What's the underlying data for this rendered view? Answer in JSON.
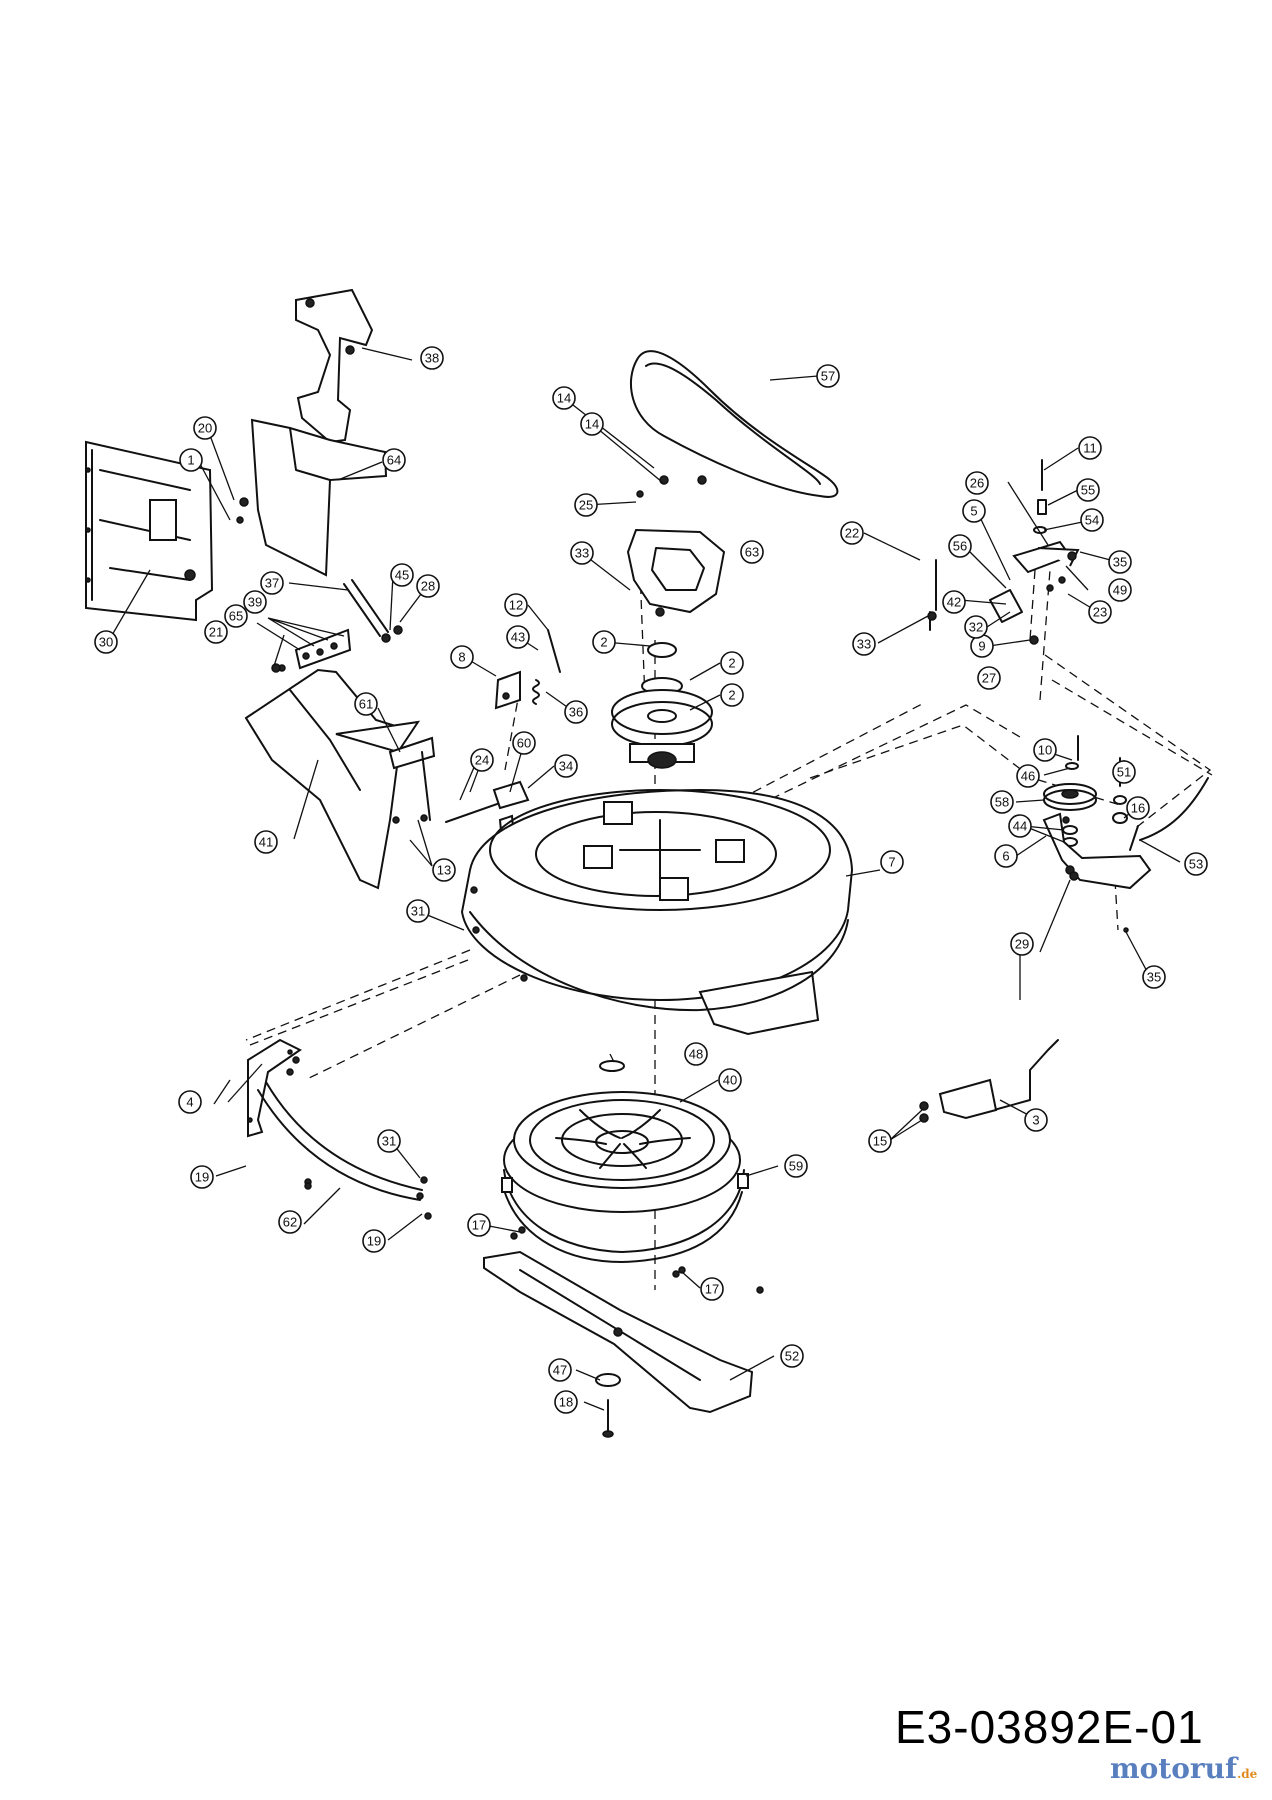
{
  "document": {
    "reference_code": "E3-03892E-01",
    "brand_name": "motoruf",
    "brand_tld": ".de"
  },
  "callouts": [
    {
      "label": "1",
      "part": "cover-plate"
    },
    {
      "label": "2",
      "part": "nut"
    },
    {
      "label": "2",
      "part": "washer"
    },
    {
      "label": "2",
      "part": "pulley"
    },
    {
      "label": "3",
      "part": "lever"
    },
    {
      "label": "4",
      "part": "guard"
    },
    {
      "label": "5",
      "part": "bracket"
    },
    {
      "label": "6",
      "part": "bracket"
    },
    {
      "label": "7",
      "part": "deck"
    },
    {
      "label": "8",
      "part": "bracket"
    },
    {
      "label": "9",
      "part": "nut"
    },
    {
      "label": "10",
      "part": "bolt"
    },
    {
      "label": "11",
      "part": "bolt"
    },
    {
      "label": "12",
      "part": "bolt"
    },
    {
      "label": "13",
      "part": "bolt"
    },
    {
      "label": "14",
      "part": "bolt"
    },
    {
      "label": "14",
      "part": "bolt"
    },
    {
      "label": "15",
      "part": "screw"
    },
    {
      "label": "16",
      "part": "bolt"
    },
    {
      "label": "17",
      "part": "screw"
    },
    {
      "label": "17",
      "part": "screw"
    },
    {
      "label": "18",
      "part": "blade-bolt"
    },
    {
      "label": "19",
      "part": "screw"
    },
    {
      "label": "19",
      "part": "screw"
    },
    {
      "label": "20",
      "part": "screw"
    },
    {
      "label": "21",
      "part": "nut"
    },
    {
      "label": "22",
      "part": "bolt"
    },
    {
      "label": "23",
      "part": "nut"
    },
    {
      "label": "24",
      "part": "rod"
    },
    {
      "label": "25",
      "part": "bolt"
    },
    {
      "label": "26",
      "part": "bolt"
    },
    {
      "label": "27",
      "part": "nut"
    },
    {
      "label": "28",
      "part": "nut"
    },
    {
      "label": "29",
      "part": "nut"
    },
    {
      "label": "30",
      "part": "screw"
    },
    {
      "label": "31",
      "part": "nut"
    },
    {
      "label": "31",
      "part": "nut"
    },
    {
      "label": "32",
      "part": "washer"
    },
    {
      "label": "33",
      "part": "nut"
    },
    {
      "label": "33",
      "part": "nut"
    },
    {
      "label": "34",
      "part": "pin"
    },
    {
      "label": "35",
      "part": "pin"
    },
    {
      "label": "35",
      "part": "pin"
    },
    {
      "label": "36",
      "part": "spring"
    },
    {
      "label": "37",
      "part": "rod"
    },
    {
      "label": "38",
      "part": "screw"
    },
    {
      "label": "39",
      "part": "screw"
    },
    {
      "label": "40",
      "part": "fan"
    },
    {
      "label": "41",
      "part": "chute"
    },
    {
      "label": "42",
      "part": "spring"
    },
    {
      "label": "43",
      "part": "washer"
    },
    {
      "label": "44",
      "part": "washer"
    },
    {
      "label": "45",
      "part": "washer"
    },
    {
      "label": "46",
      "part": "washer"
    },
    {
      "label": "47",
      "part": "washer"
    },
    {
      "label": "48",
      "part": "washer"
    },
    {
      "label": "49",
      "part": "washer"
    },
    {
      "label": "51",
      "part": "bushing"
    },
    {
      "label": "52",
      "part": "blade"
    },
    {
      "label": "53",
      "part": "rod"
    },
    {
      "label": "54",
      "part": "washer"
    },
    {
      "label": "55",
      "part": "spacer"
    },
    {
      "label": "56",
      "part": "washer"
    },
    {
      "label": "57",
      "part": "belt"
    },
    {
      "label": "58",
      "part": "idler-pulley"
    },
    {
      "label": "59",
      "part": "housing"
    },
    {
      "label": "60",
      "part": "bracket"
    },
    {
      "label": "61",
      "part": "bracket"
    },
    {
      "label": "62",
      "part": "strip"
    },
    {
      "label": "63",
      "part": "plate"
    },
    {
      "label": "64",
      "part": "cover"
    },
    {
      "label": "65",
      "part": "bracket"
    }
  ]
}
